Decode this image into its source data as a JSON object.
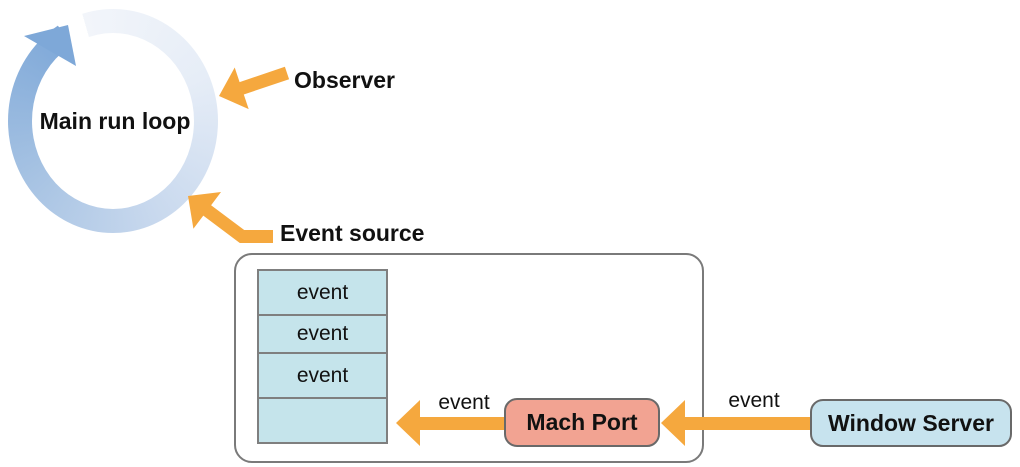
{
  "diagram": {
    "run_loop": {
      "label": "Main run loop"
    },
    "observer": {
      "label": "Observer"
    },
    "event_source": {
      "label": "Event source"
    },
    "event_queue": {
      "rows": [
        {
          "label": "event"
        },
        {
          "label": "event"
        },
        {
          "label": "event"
        },
        {
          "label": ""
        }
      ]
    },
    "mach_port": {
      "label": "Mach Port"
    },
    "window_server": {
      "label": "Window Server"
    },
    "arrow_labels": {
      "mach_port_to_queue": "event",
      "window_server_to_mach_port": "event"
    }
  },
  "colors": {
    "arrow_orange": "#f5a83e",
    "loop_blue_dark": "#7ea8d8",
    "loop_blue_light": "#f2f5fa",
    "event_box_fill": "#c5e4eb",
    "mach_port_fill": "#f2a392",
    "window_server_fill": "#c7e3ee",
    "border_gray": "#7a7a7a",
    "text_black": "#111111"
  }
}
